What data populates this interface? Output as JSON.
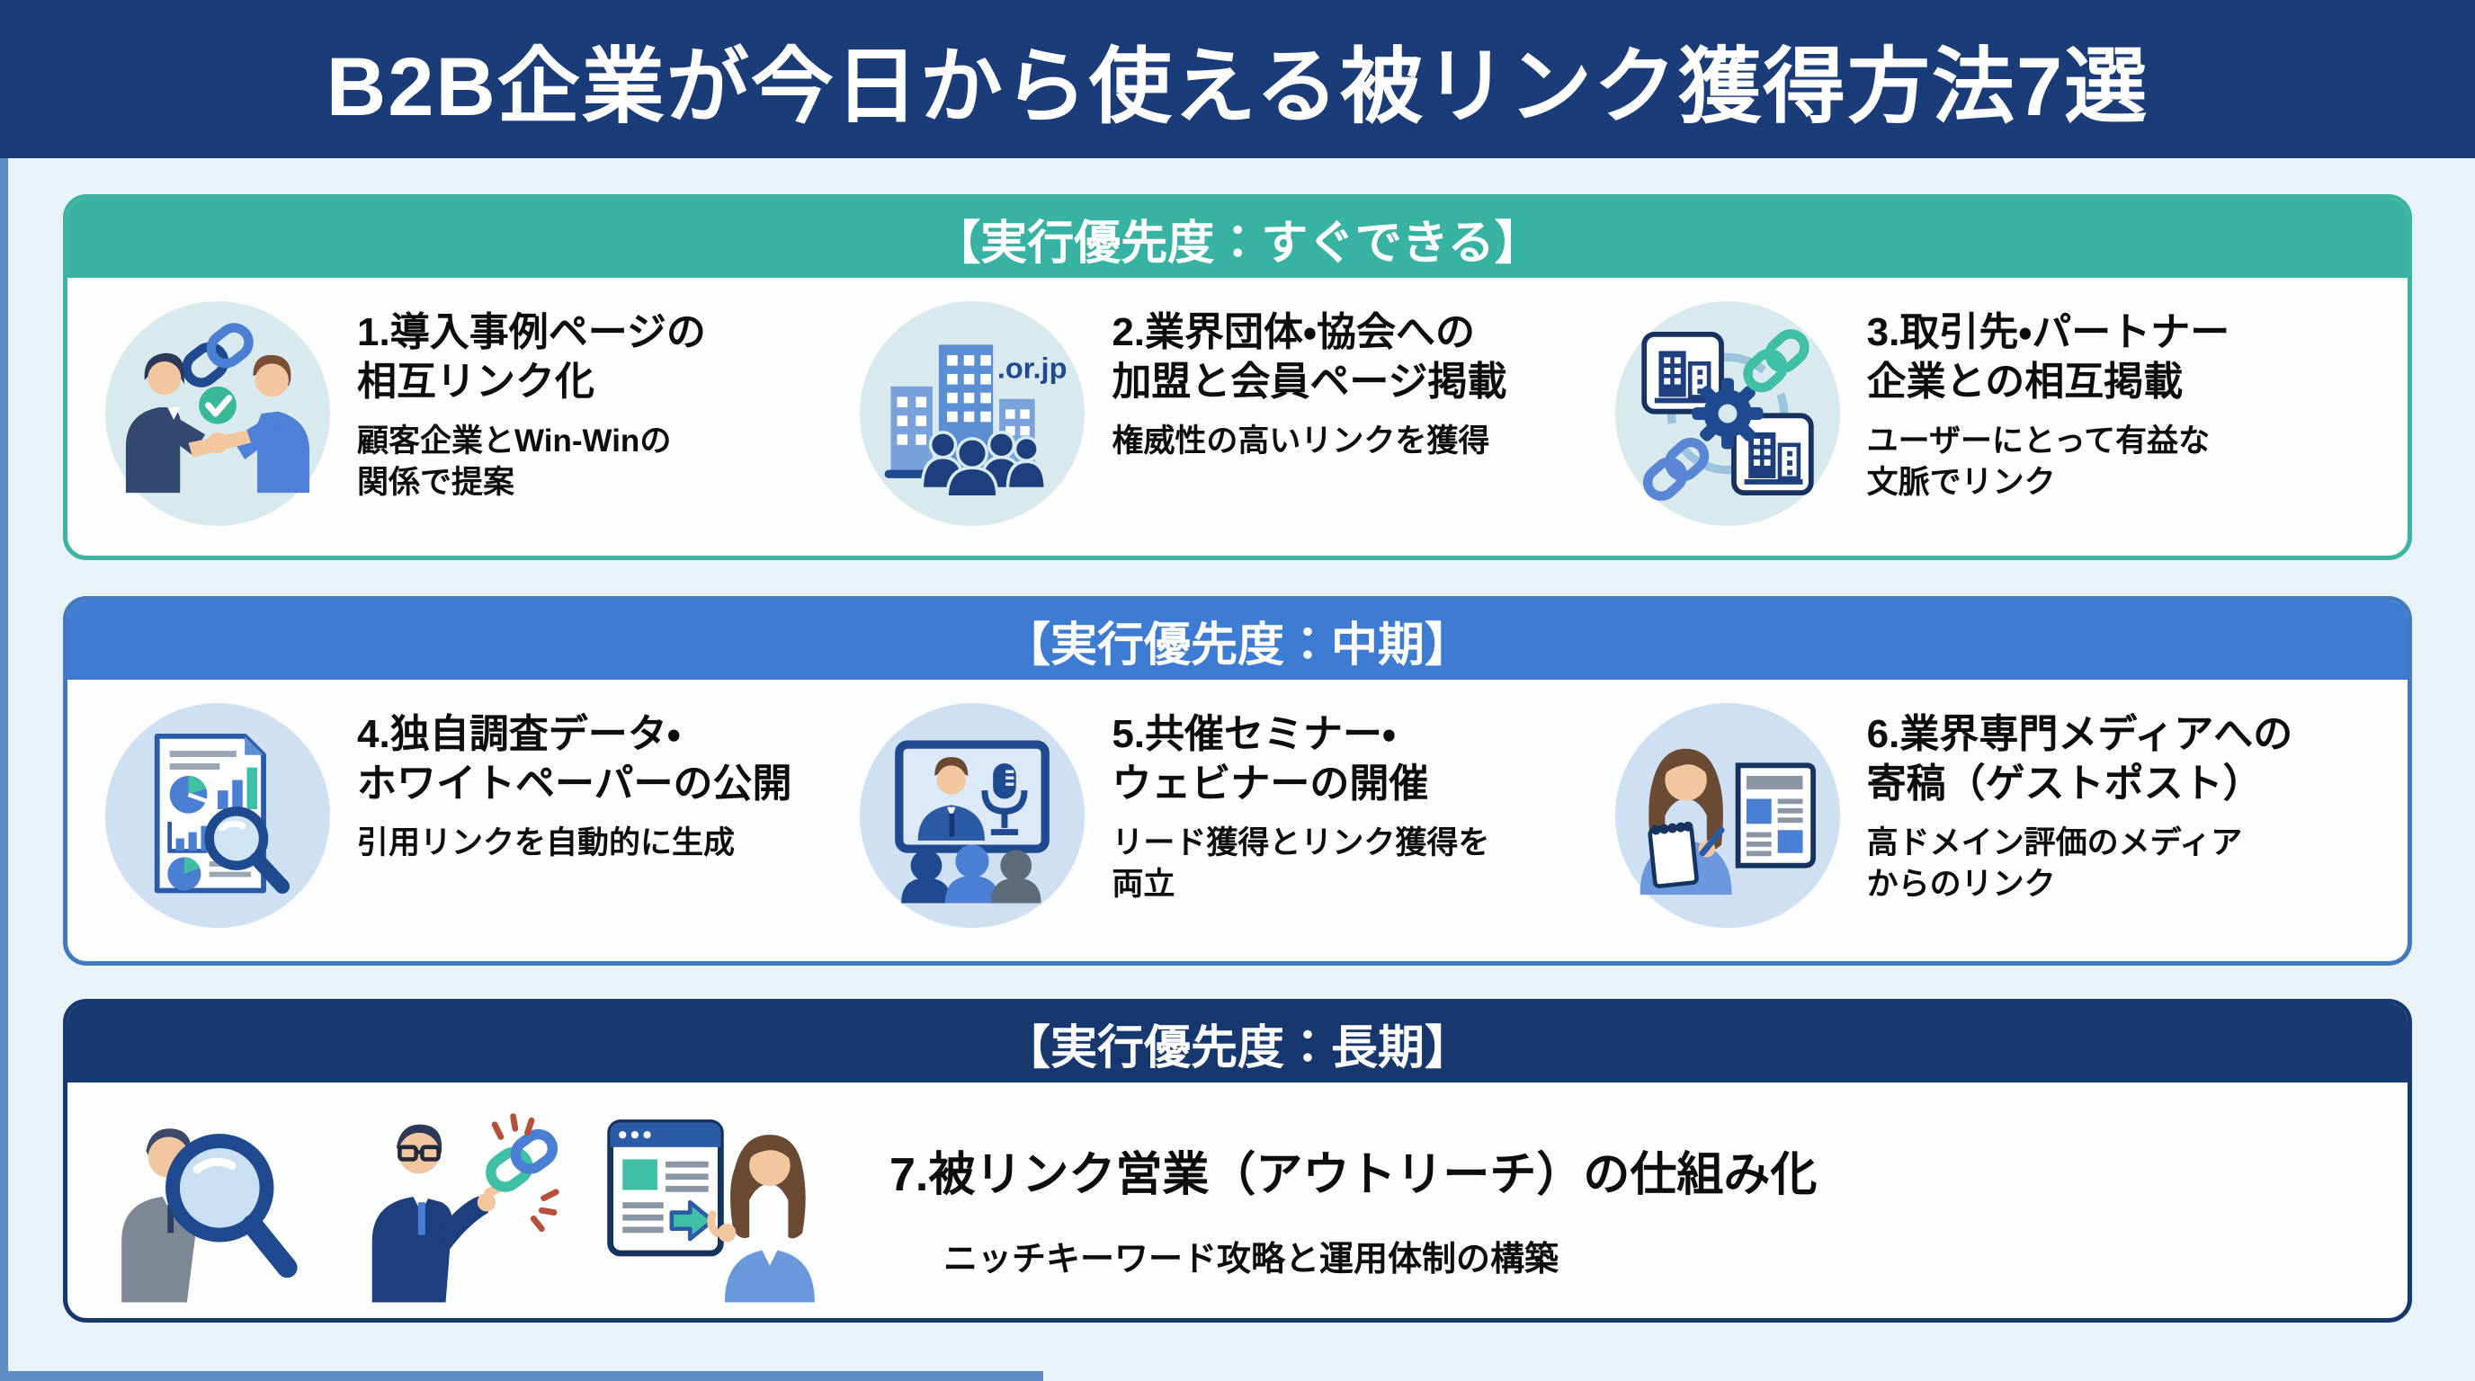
{
  "title": "B2B企業が今日から使える被リンク獲得方法7選",
  "colors": {
    "navy": "#1A3C78",
    "teal": "#38B2A2",
    "blue": "#3D7CD2",
    "dark_navy": "#17386E",
    "page_bg": "#E9F2F6",
    "card_bg": "#FDFEFE",
    "check_green": "#38B897",
    "link_blue": "#4A7FD4",
    "link_teal": "#3FBFA5"
  },
  "sections": [
    {
      "header": "【実行優先度：すぐできる】",
      "accent": "#38B2A2",
      "items": [
        {
          "icon": "handshake-link-icon",
          "title": "1.導入事例ページの\n相互リンク化",
          "desc": "顧客企業とWin-Winの\n関係で提案"
        },
        {
          "icon": "association-orjp-icon",
          "icon_text": ".or.jp",
          "title": "2.業界団体・協会への\n加盟と会員ページ掲載",
          "desc": "権威性の高いリンクを獲得"
        },
        {
          "icon": "partner-exchange-icon",
          "title": "3.取引先・パートナー\n企業との相互掲載",
          "desc": "ユーザーにとって有益な\n文脈でリンク"
        }
      ]
    },
    {
      "header": "【実行優先度：中期】",
      "accent": "#3D7CD2",
      "items": [
        {
          "icon": "report-magnifier-icon",
          "title": "4.独自調査データ・\nホワイトペーパーの公開",
          "desc": "引用リンクを自動的に生成"
        },
        {
          "icon": "webinar-icon",
          "title": "5.共催セミナー・\nウェビナーの開催",
          "desc": "リード獲得とリンク獲得を\n両立"
        },
        {
          "icon": "guest-post-icon",
          "title": "6.業界専門メディアへの\n寄稿（ゲストポスト）",
          "desc": "高ドメイン評価のメディア\nからのリンク"
        }
      ]
    },
    {
      "header": "【実行優先度：長期】",
      "accent": "#17386E",
      "items": [
        {
          "icon": "outreach-illustrations",
          "icon_parts": [
            "magnifier-person-icon",
            "link-pointer-person-icon",
            "browser-presenter-icon"
          ],
          "title": "7.被リンク営業（アウトリーチ）の仕組み化",
          "desc": "ニッチキーワード攻略と運用体制の構築"
        }
      ]
    }
  ]
}
